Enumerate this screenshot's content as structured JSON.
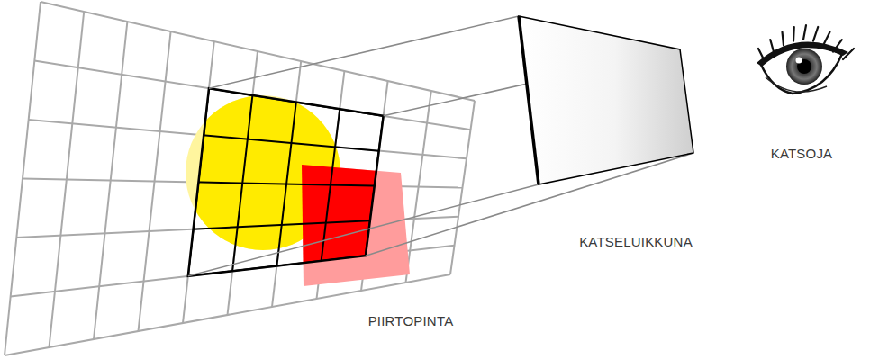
{
  "diagram": {
    "labels": [
      "KATSOJA",
      "KATSELUIKKUNA",
      "PIIRTOPINTA"
    ]
  }
}
